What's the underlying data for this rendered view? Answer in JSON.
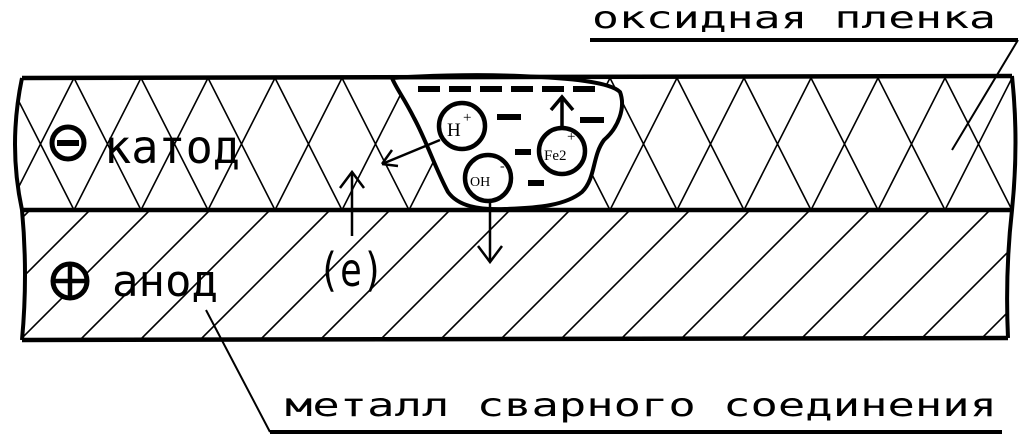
{
  "labels": {
    "oxide_film": "оксидная пленка",
    "cathode": "катод",
    "anode": "анод",
    "electron": "(e)",
    "weld_metal": "металл сварного соединения"
  },
  "ions": {
    "hydrogen": {
      "symbol": "H",
      "charge": "+"
    },
    "iron": {
      "symbol": "Fe2",
      "charge": "+"
    },
    "hydroxide": {
      "symbol": "OH",
      "charge": "-"
    }
  },
  "polarity": {
    "cathode_sign": "minus",
    "anode_sign": "plus"
  }
}
